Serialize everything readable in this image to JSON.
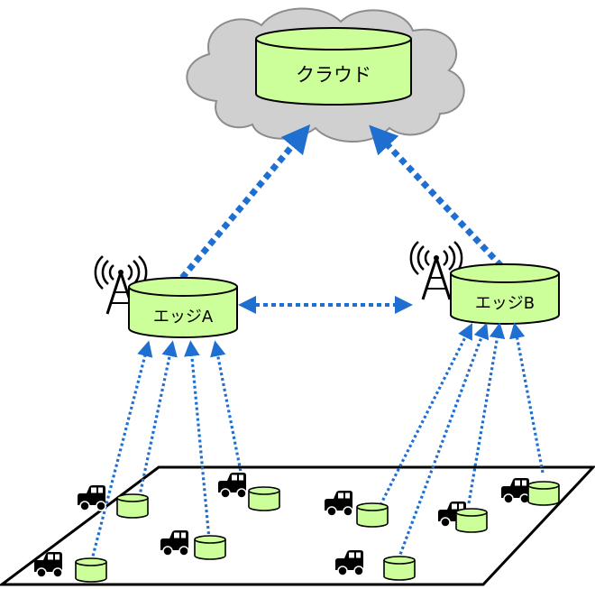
{
  "nodes": {
    "cloud": {
      "label": "クラウド"
    },
    "edge_a": {
      "label": "エッジA"
    },
    "edge_b": {
      "label": "エッジB"
    }
  },
  "colors": {
    "node_fill": "#ccff99",
    "node_stroke": "#000000",
    "cloud_fill": "#d0d0d0",
    "cloud_stroke": "#8c8c8c",
    "arrow": "#1f6fd1",
    "vehicle": "#000000"
  },
  "icons": {
    "cloud": "cloud-icon",
    "antenna": "antenna-tower-icon",
    "car": "car-icon",
    "storage": "database-cylinder-icon"
  }
}
